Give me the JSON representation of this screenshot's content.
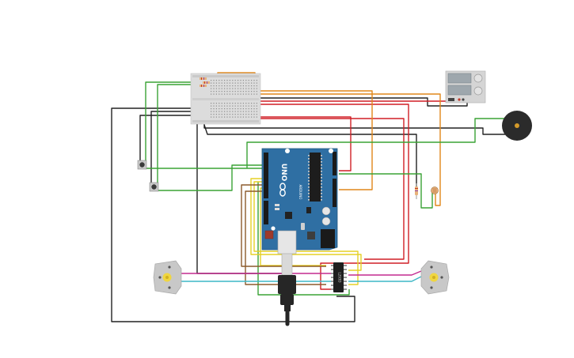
{
  "arduino": {
    "model_text": "UNO",
    "brand_text": "ARDUINO"
  },
  "ic": {
    "label": "L293D"
  },
  "colors": {
    "background": "#ffffff",
    "arduino_board": "#2f6fa3",
    "breadboard": "#dcdcdc",
    "wire_black": "#222222",
    "wire_red": "#d01f26",
    "wire_orange": "#e0871a",
    "wire_green": "#3aa335",
    "wire_yellow": "#e5d126",
    "wire_brown": "#8b5a2b",
    "wire_magenta": "#c42a8f",
    "wire_cyan": "#3db7c6",
    "buzzer": "#2b2b2b",
    "motor": "#c8c8c8"
  },
  "components": [
    "breadboard",
    "arduino-uno",
    "lcd-display",
    "piezo-buzzer",
    "pushbutton-1",
    "pushbutton-2",
    "resistor",
    "photoresistor",
    "dc-motor-left",
    "dc-motor-right",
    "motor-driver-ic",
    "usb-cable"
  ]
}
